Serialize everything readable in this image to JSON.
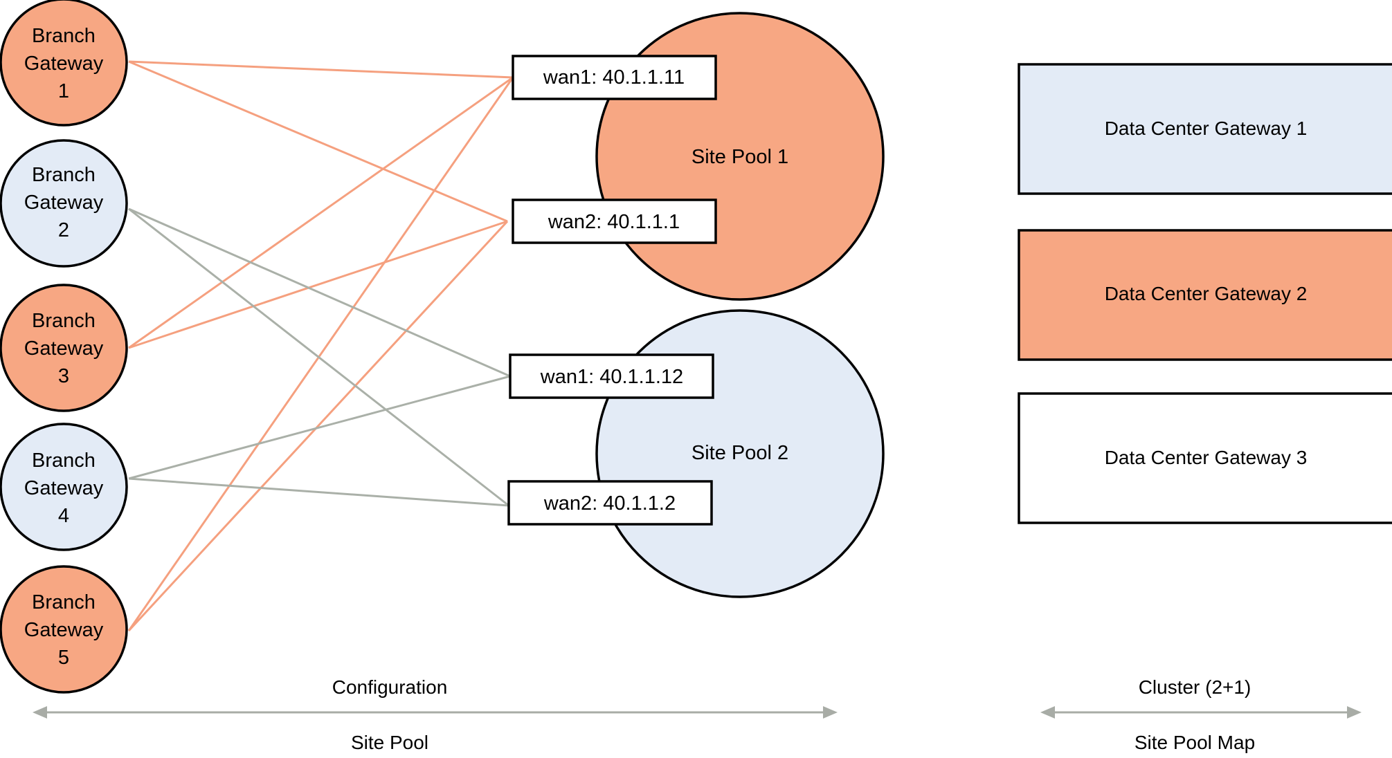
{
  "colors": {
    "orange": "#f7a783",
    "blue": "#e3ebf6",
    "white": "#ffffff",
    "stroke": "#000000",
    "link_orange": "#f5a07f",
    "link_gray": "#aab0a8",
    "arrow_gray": "#a8aca6"
  },
  "branch_gateways": [
    {
      "line1": "Branch",
      "line2": "Gateway",
      "line3": "1",
      "color": "orange"
    },
    {
      "line1": "Branch",
      "line2": "Gateway",
      "line3": "2",
      "color": "blue"
    },
    {
      "line1": "Branch",
      "line2": "Gateway",
      "line3": "3",
      "color": "orange"
    },
    {
      "line1": "Branch",
      "line2": "Gateway",
      "line3": "4",
      "color": "blue"
    },
    {
      "line1": "Branch",
      "line2": "Gateway",
      "line3": "5",
      "color": "orange"
    }
  ],
  "site_pools": [
    {
      "label": "Site Pool 1",
      "color": "orange"
    },
    {
      "label": "Site Pool 2",
      "color": "blue"
    }
  ],
  "wan_boxes": [
    {
      "label": "wan1: 40.1.1.11"
    },
    {
      "label": "wan2: 40.1.1.1"
    },
    {
      "label": "wan1: 40.1.1.12"
    },
    {
      "label": "wan2: 40.1.1.2"
    }
  ],
  "links": [
    {
      "from": "Branch Gateway 1",
      "to": "wan1: 40.1.1.11",
      "color": "link_orange"
    },
    {
      "from": "Branch Gateway 1",
      "to": "wan2: 40.1.1.1",
      "color": "link_orange"
    },
    {
      "from": "Branch Gateway 3",
      "to": "wan1: 40.1.1.11",
      "color": "link_orange"
    },
    {
      "from": "Branch Gateway 3",
      "to": "wan2: 40.1.1.1",
      "color": "link_orange"
    },
    {
      "from": "Branch Gateway 5",
      "to": "wan1: 40.1.1.11",
      "color": "link_orange"
    },
    {
      "from": "Branch Gateway 5",
      "to": "wan2: 40.1.1.1",
      "color": "link_orange"
    },
    {
      "from": "Branch Gateway 2",
      "to": "wan1: 40.1.1.12",
      "color": "link_gray"
    },
    {
      "from": "Branch Gateway 2",
      "to": "wan2: 40.1.1.2",
      "color": "link_gray"
    },
    {
      "from": "Branch Gateway 4",
      "to": "wan1: 40.1.1.12",
      "color": "link_gray"
    },
    {
      "from": "Branch Gateway 4",
      "to": "wan2: 40.1.1.2",
      "color": "link_gray"
    }
  ],
  "data_center_gateways": [
    {
      "label": "Data Center Gateway 1",
      "color": "blue"
    },
    {
      "label": "Data Center Gateway 2",
      "color": "orange"
    },
    {
      "label": "Data Center Gateway 3",
      "color": "white"
    }
  ],
  "left_arrow": {
    "top_label": "Configuration",
    "bottom_label": "Site Pool"
  },
  "right_arrow": {
    "top_label": "Cluster (2+1)",
    "bottom_label": "Site Pool Map"
  }
}
